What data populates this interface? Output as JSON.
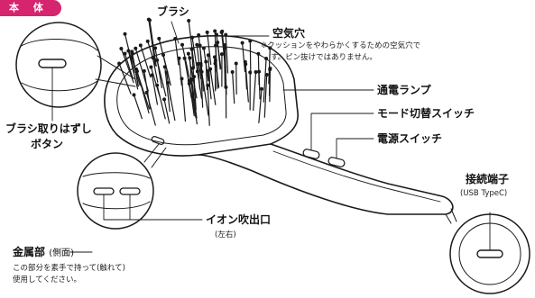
{
  "section_badge": "本 体",
  "labels": {
    "brush": "ブラシ",
    "air_hole": "空気穴",
    "air_hole_note_1": "※クッションをやわらかくするための空気穴で",
    "air_hole_note_2": "す。ピン抜けではありません。",
    "lamp": "通電ランプ",
    "mode_switch": "モード切替スイッチ",
    "power_switch": "電源スイッチ",
    "remove_button_1": "ブラシ取りはずし",
    "remove_button_2": "ボタン",
    "connector": "接続端子",
    "connector_sub": "(USB TypeC)",
    "ion_outlet": "イオン吹出口",
    "ion_outlet_sub": "(左右)",
    "metal_part": "金属部",
    "metal_part_side": "(側面)",
    "metal_note_1": "この部分を素手で持って(触れて)",
    "metal_note_2": "使用してください。"
  },
  "colors": {
    "badge": "#d6246e",
    "line": "#1a1a1a"
  }
}
